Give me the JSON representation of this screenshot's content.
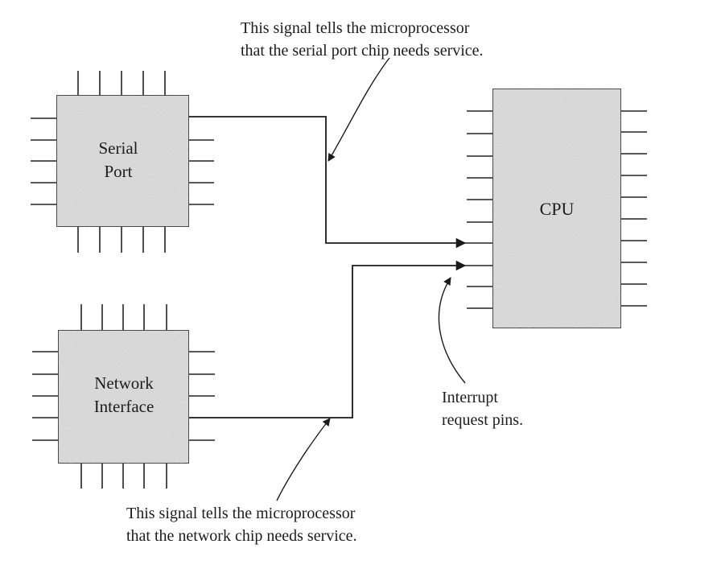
{
  "chips": {
    "serial_port": {
      "line1": "Serial",
      "line2": "Port"
    },
    "network_interface": {
      "line1": "Network",
      "line2": "Interface"
    },
    "cpu": {
      "label": "CPU"
    }
  },
  "annotations": {
    "serial_signal": {
      "line1": "This signal tells the microprocessor",
      "line2": "that the serial port chip needs service."
    },
    "network_signal": {
      "line1": "This signal tells the microprocessor",
      "line2": "that the network chip needs service."
    },
    "interrupt_pins": {
      "line1": "Interrupt",
      "line2": "request pins."
    }
  }
}
